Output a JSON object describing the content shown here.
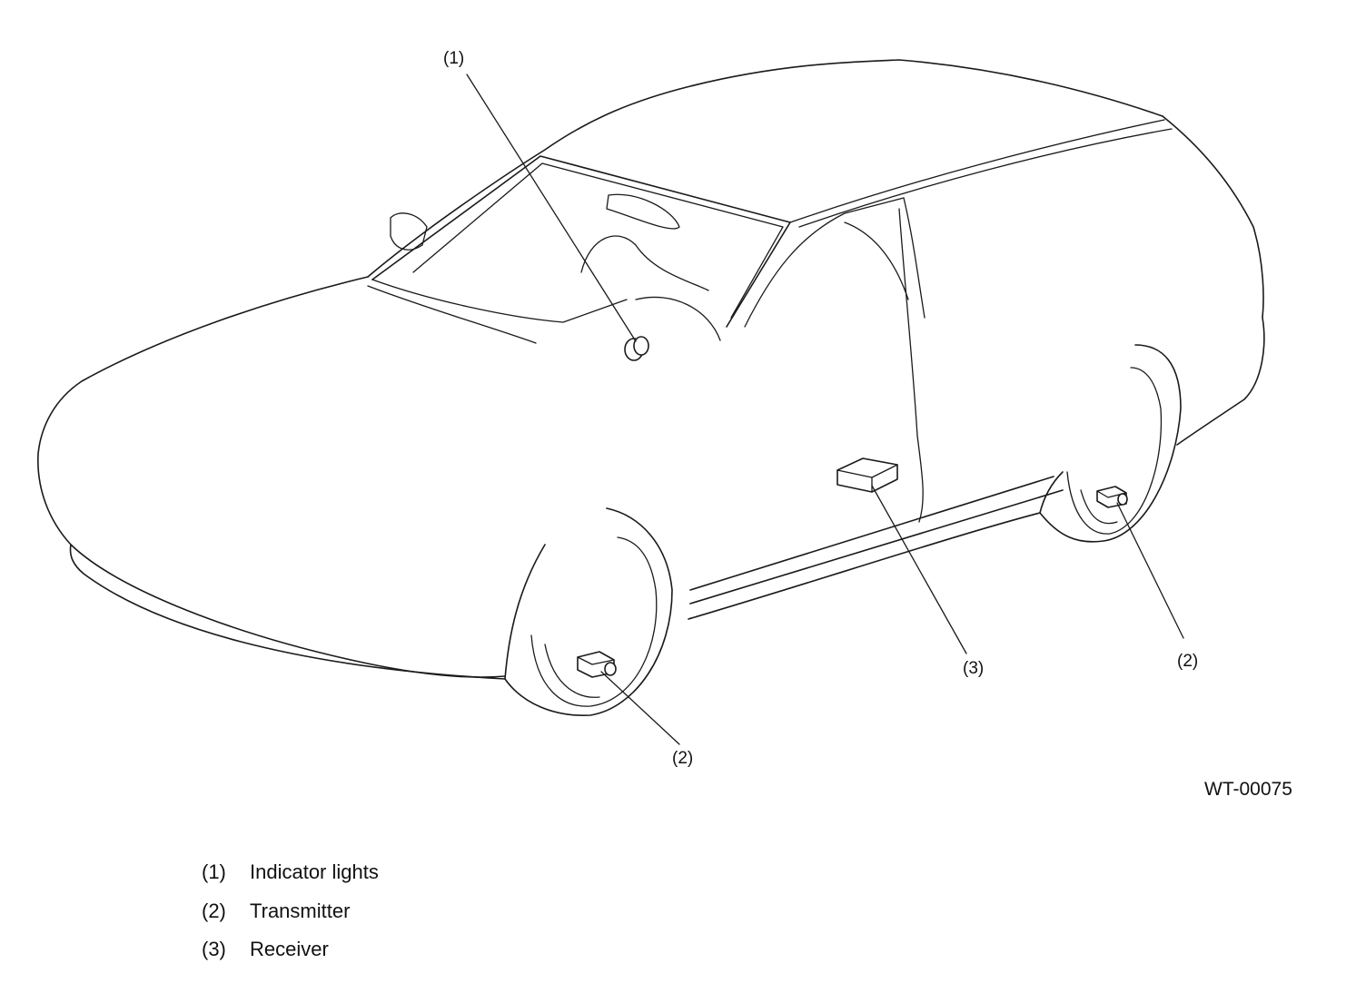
{
  "callouts": {
    "indicator": "(1)",
    "transmitter_front": "(2)",
    "transmitter_rear": "(2)",
    "receiver": "(3)"
  },
  "figure_id": "WT-00075",
  "legend": [
    {
      "num": "(1)",
      "label": "Indicator lights"
    },
    {
      "num": "(2)",
      "label": "Transmitter"
    },
    {
      "num": "(3)",
      "label": "Receiver"
    }
  ]
}
